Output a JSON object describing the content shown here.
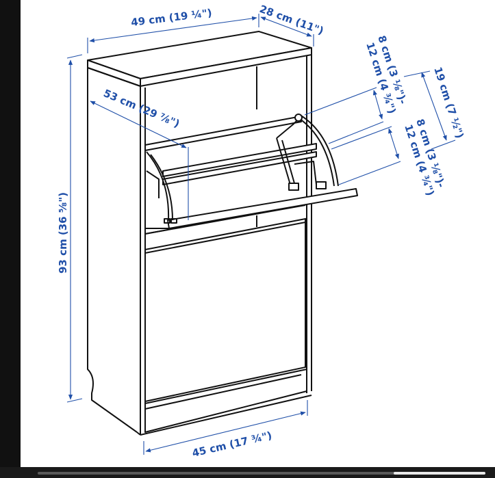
{
  "diagram": {
    "subject": "Shoe cabinet with 2 tilt-out compartments — dimension drawing",
    "colors": {
      "line_art": "#111111",
      "dimension": "#1f4fa8",
      "background": "#ffffff",
      "frame": "#111111"
    },
    "dimensions": {
      "top_width": "49 cm (19 ¼\")",
      "depth": "28 cm (11\")",
      "height": "93 cm (36 ⅝\")",
      "open_depth": "53 cm (29 ⅞\")",
      "compartment_upper_label_line1": "8 cm (3 ⅛\")-",
      "compartment_upper_label_line2": "12 cm (4 ¾\")",
      "compartment_lower_label_line1": "8 cm (3 ⅛\")-",
      "compartment_lower_label_line2": "12 cm (4 ¾\")",
      "compartment_total": "19 cm (7 ½\")",
      "base_width": "45 cm (17 ¾\")"
    }
  },
  "viewer": {
    "scrollbar": {
      "position_percent": 88
    }
  }
}
